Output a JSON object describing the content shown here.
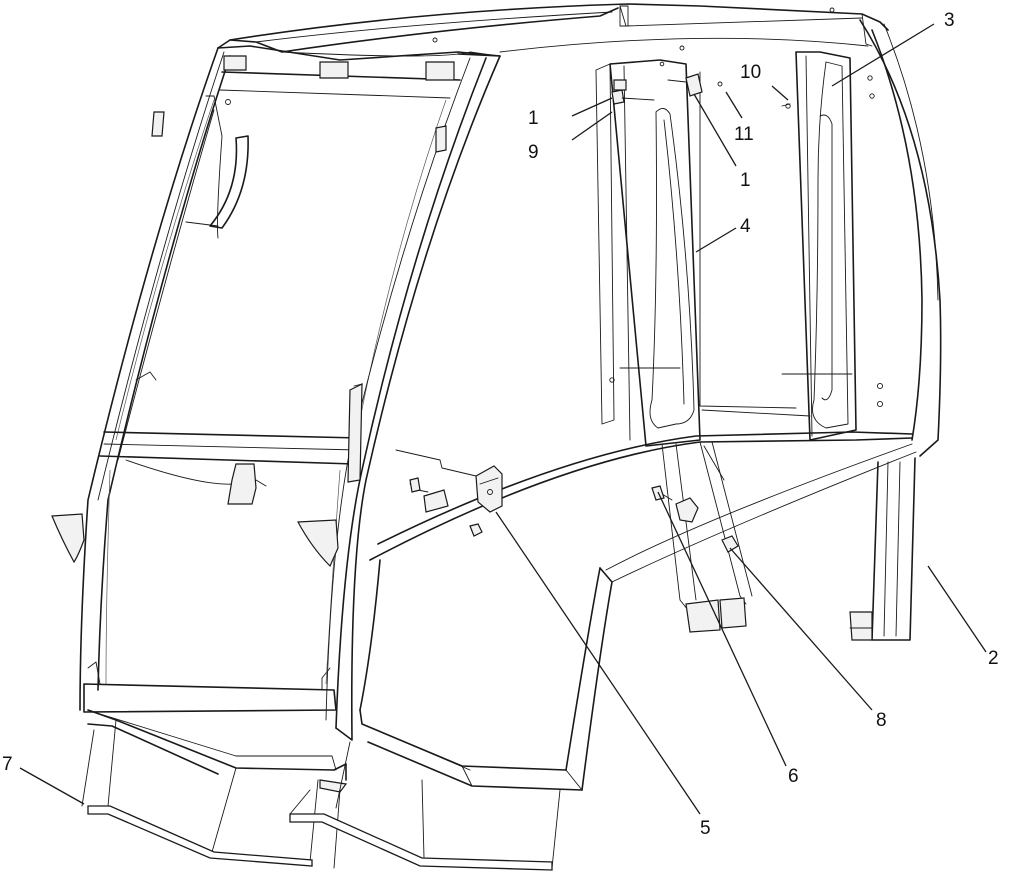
{
  "callouts": [
    {
      "id": "c1a",
      "label": "1"
    },
    {
      "id": "c9",
      "label": "9"
    },
    {
      "id": "c11",
      "label": "11"
    },
    {
      "id": "c10",
      "label": "10"
    },
    {
      "id": "c1b",
      "label": "1"
    },
    {
      "id": "c3",
      "label": "3"
    },
    {
      "id": "c4",
      "label": "4"
    },
    {
      "id": "c2",
      "label": "2"
    },
    {
      "id": "c8",
      "label": "8"
    },
    {
      "id": "c6",
      "label": "6"
    },
    {
      "id": "c5",
      "label": "5"
    },
    {
      "id": "c7",
      "label": "7"
    }
  ]
}
